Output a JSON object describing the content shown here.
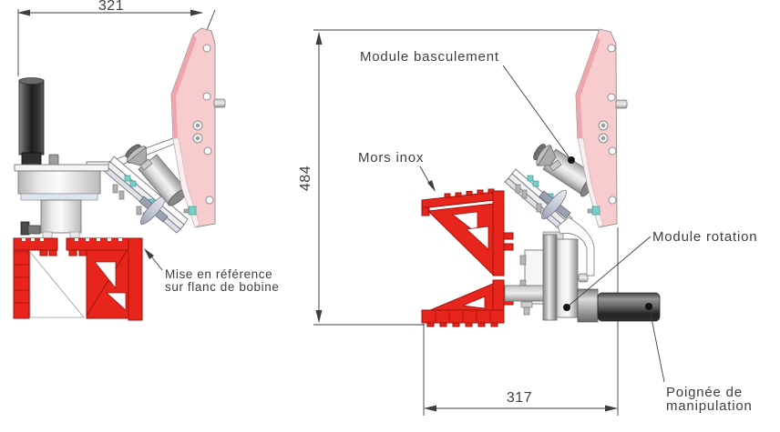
{
  "drawing": {
    "type": "cad-two-view-assembly",
    "views": {
      "left": "front view of reel gripper",
      "right": "side view of reel gripper"
    }
  },
  "dimensions": {
    "front_width": "321",
    "side_height": "484",
    "side_width": "317"
  },
  "labels": {
    "module_basculement": "Module basculement",
    "mors_inox": "Mors inox",
    "module_rotation": "Module rotation",
    "poignee": {
      "line1": "Poignée de",
      "line2": "manipulation"
    },
    "mise_reference": {
      "line1": "Mise en référence",
      "line2": "sur flanc de bobine"
    }
  },
  "colors": {
    "red": "#e8251d",
    "red-dark": "#9e120c",
    "red-line": "#b3140e",
    "pink": "#f8cbce",
    "pink-edge": "#efa6ab",
    "pink-light": "#fcedee",
    "teal": "#7ad0c9",
    "teal-dark": "#2f9e96",
    "line": "#3d3d3d",
    "text": "#3d3d3d"
  }
}
